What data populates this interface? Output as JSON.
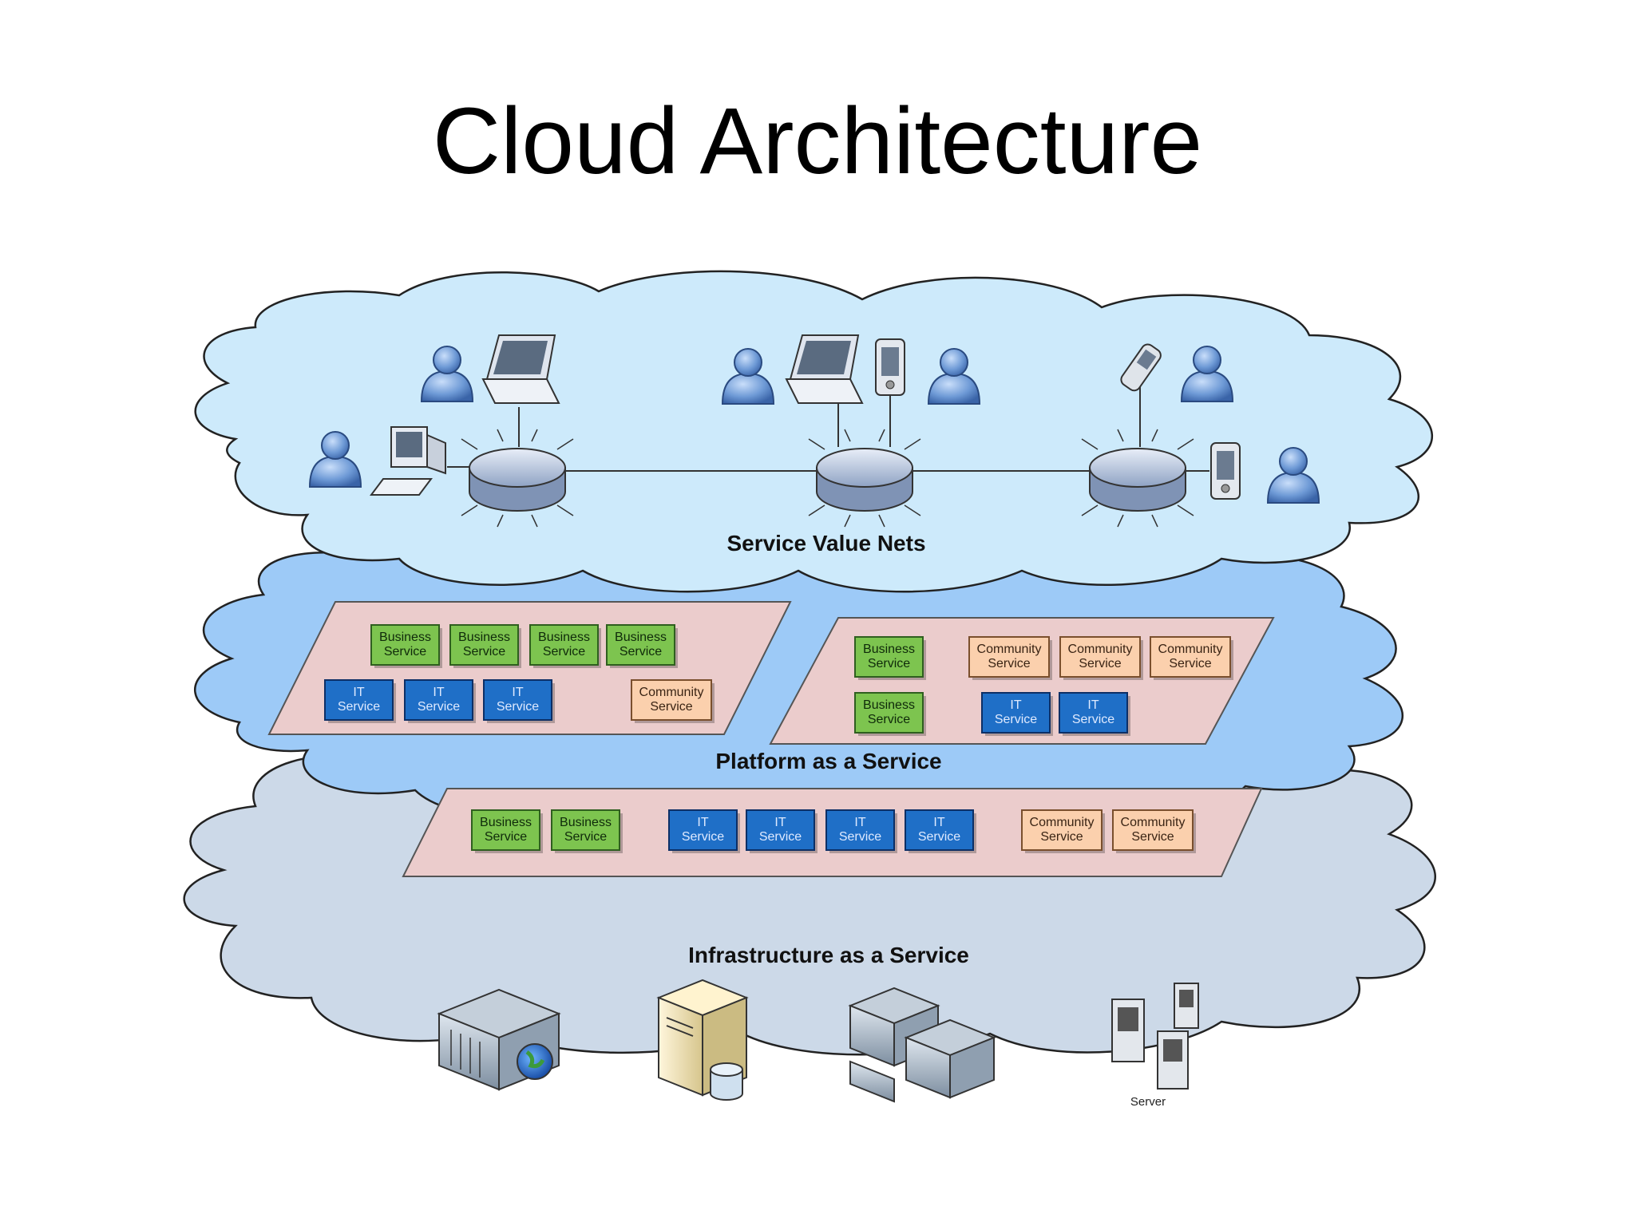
{
  "title": "Cloud Architecture",
  "layers": {
    "svn": "Service Value Nets",
    "paas": "Platform as a Service",
    "iaas": "Infrastructure as a Service"
  },
  "labels": {
    "business": [
      "Business",
      "Service"
    ],
    "it": [
      "IT",
      "Service"
    ],
    "community": [
      "Community",
      "Service"
    ],
    "server": "Server"
  },
  "colors": {
    "svn_cloud": "#cdeafb",
    "paas_cloud": "#9dcaf7",
    "iaas_cloud": "#ccd9e8",
    "platform": "#ebcccc",
    "business": "#7dc44f",
    "it": "#1f6fc7",
    "community": "#fbd0ad"
  },
  "platforms": [
    {
      "rows": [
        [
          "business",
          "business",
          "business",
          "business"
        ],
        [
          "it",
          "it",
          "it",
          "community"
        ]
      ]
    },
    {
      "rows": [
        [
          "business",
          "community",
          "community",
          "community"
        ],
        [
          "business",
          "it",
          "it"
        ]
      ]
    },
    {
      "rows": [
        [
          "business",
          "business",
          "it",
          "it",
          "it",
          "it",
          "community",
          "community"
        ]
      ]
    }
  ]
}
